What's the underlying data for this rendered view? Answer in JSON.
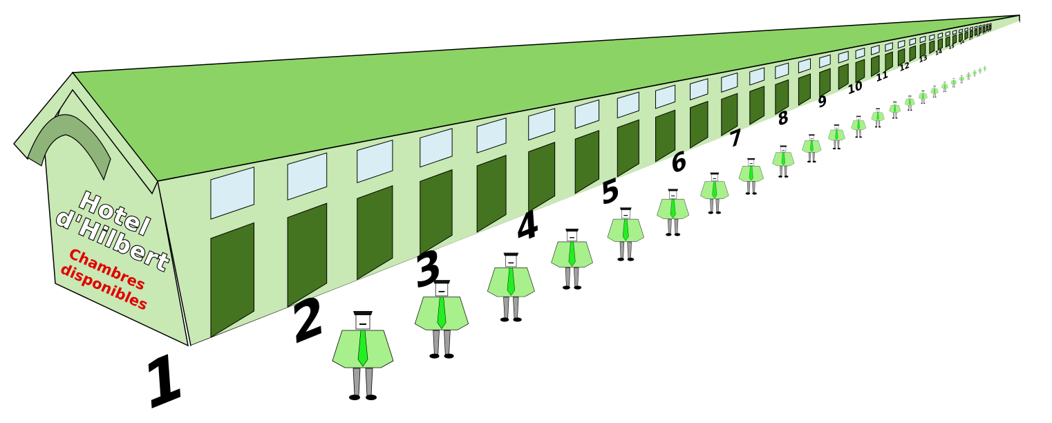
{
  "sign": {
    "line1": "Hotel",
    "line2": "d'Hilbert",
    "line3": "Chambres",
    "line4": "disponibles"
  },
  "room_numbers": [
    "1",
    "2",
    "3",
    "4",
    "5",
    "6",
    "7",
    "8",
    "9",
    "10",
    "11",
    "12",
    "13",
    "14",
    "15",
    "16",
    "17",
    "18",
    "19",
    "20"
  ],
  "colors": {
    "roof": "#8cd366",
    "wall": "#c8e8b4",
    "door": "#44741f",
    "window": "#d8eef4",
    "arch": "#8fb47a",
    "shirt": "#a8f08c",
    "tie": "#22ee22",
    "legs": "#a0a0a0",
    "sign_text": "#e00000"
  }
}
